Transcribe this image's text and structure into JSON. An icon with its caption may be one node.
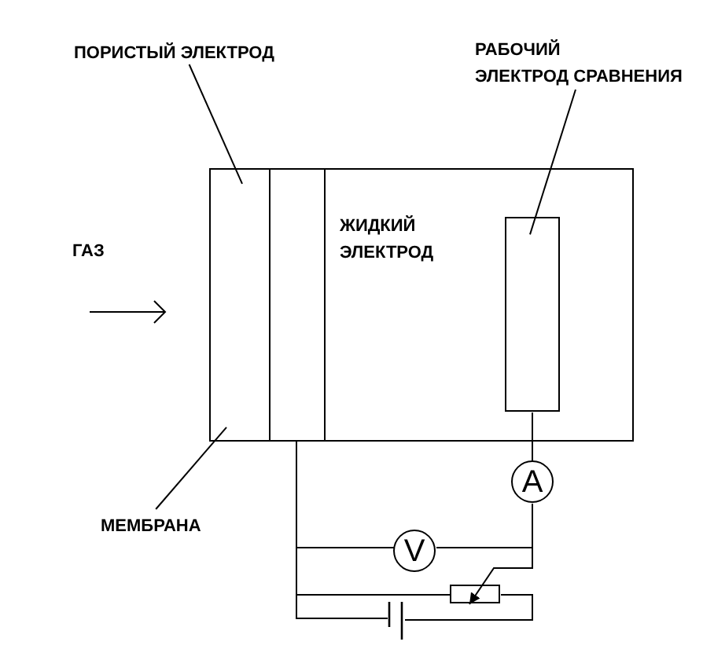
{
  "diagram": {
    "nodes": [
      {
        "text": [
          "ПОРИСТЫЙ ЭЛЕКТРОД"
        ]
      },
      {
        "text": [
          "РАБОЧИЙ ЭЛЕКТРОД СРАВНЕНИЯ"
        ]
      },
      {
        "text": [],
        "shape": "box"
      },
      {
        "text": [],
        "shape": "box",
        "in": 2
      },
      {
        "text": [],
        "shape": "box",
        "in": 2
      },
      {
        "text": [
          "ЖИДКИЙ ЭЛЕКТРОД"
        ],
        "in": 2
      },
      {
        "text": [],
        "shape": "box",
        "in": 5
      },
      {
        "text": [
          "A"
        ]
      },
      {
        "text": [
          "МЕМБРАНА"
        ]
      },
      {
        "text": [
          "V"
        ]
      },
      {
        "text": [],
        "shape": "box"
      },
      {
        "text": [],
        "shape": "battery"
      }
    ],
    "edges": [
      {
        "from": 0,
        "to": 3,
        "arrow": "none"
      },
      {
        "from": 1,
        "to": 6,
        "arrow": "none"
      },
      {
        "from": 8,
        "to": 3,
        "arrow": "none"
      },
      {
        "from": 6,
        "to": 7,
        "arrow": "none"
      },
      {
        "from": 4,
        "to": 9,
        "arrow": "none"
      },
      {
        "from": 4,
        "to": 10,
        "arrow": "none"
      },
      {
        "from": 4,
        "to": 11,
        "arrow": "none"
      },
      {
        "from": 7,
        "to": 9,
        "arrow": "none"
      },
      {
        "from": 7,
        "to": 10,
        "arrow": "to"
      },
      {
        "from": 10,
        "to": 11,
        "arrow": "none"
      }
    ],
    "labels": [
      "ГАЗ"
    ]
  }
}
